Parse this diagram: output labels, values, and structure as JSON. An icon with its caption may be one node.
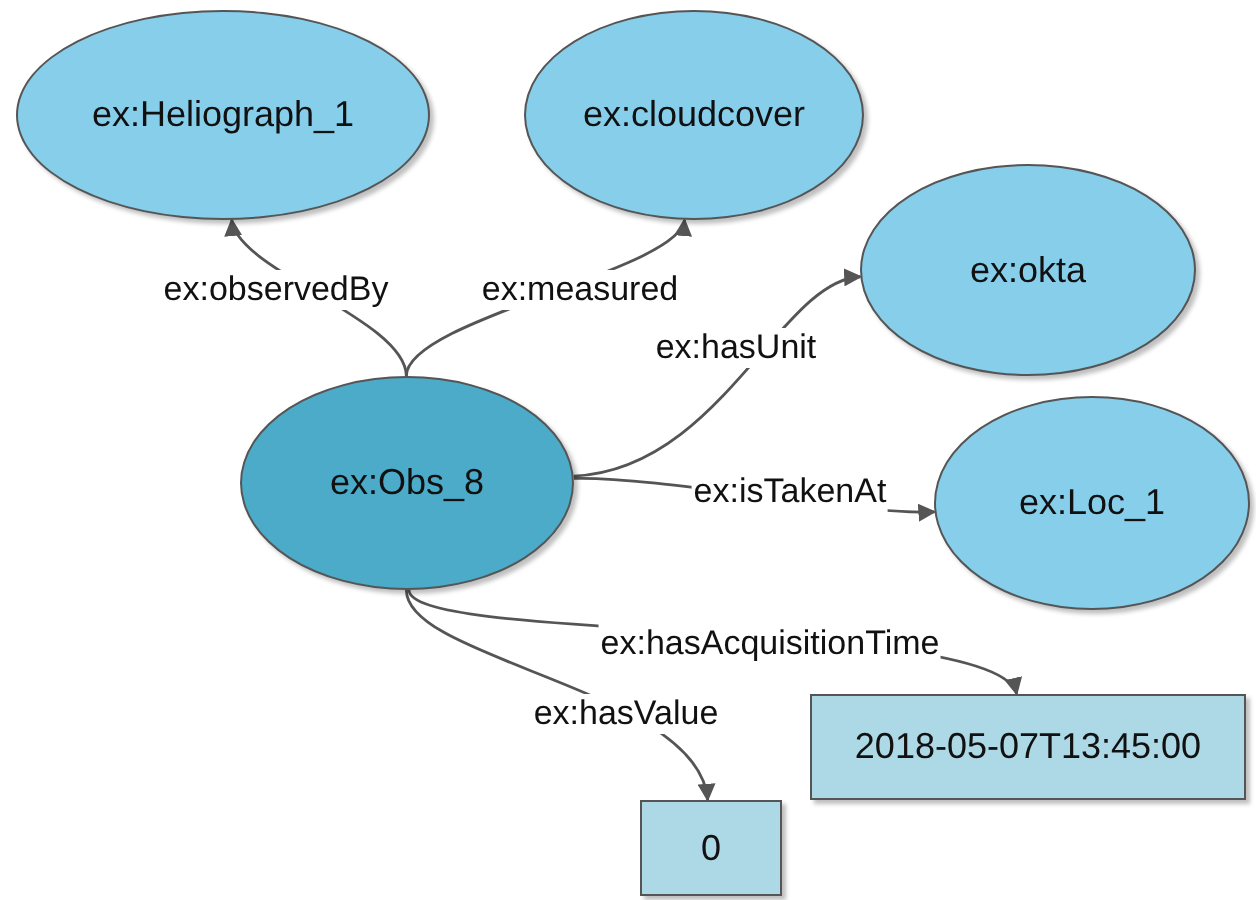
{
  "diagram": {
    "nodes": [
      {
        "text": [
          "ex:Heliograph_1"
        ]
      },
      {
        "text": [
          "ex:cloudcover"
        ]
      },
      {
        "text": [
          "ex:okta"
        ]
      },
      {
        "text": [
          "ex:Obs_8"
        ]
      },
      {
        "text": [
          "ex:Loc_1"
        ]
      },
      {
        "text": [
          "2018-05-07T13:45:00"
        ]
      },
      {
        "text": [
          "0"
        ]
      }
    ],
    "edges": [
      {
        "from": 3,
        "to": 0,
        "arrow": "to",
        "label": "ex:observedBy"
      },
      {
        "from": 3,
        "to": 1,
        "arrow": "to",
        "label": "ex:measured"
      },
      {
        "from": 3,
        "to": 2,
        "arrow": "to",
        "label": "ex:hasUnit"
      },
      {
        "from": 3,
        "to": 4,
        "arrow": "to",
        "label": "ex:isTakenAt"
      },
      {
        "from": 3,
        "to": 5,
        "arrow": "to",
        "label": "ex:hasAcquisitionTime"
      },
      {
        "from": 3,
        "to": 6,
        "arrow": "to",
        "label": "ex:hasValue"
      }
    ]
  }
}
